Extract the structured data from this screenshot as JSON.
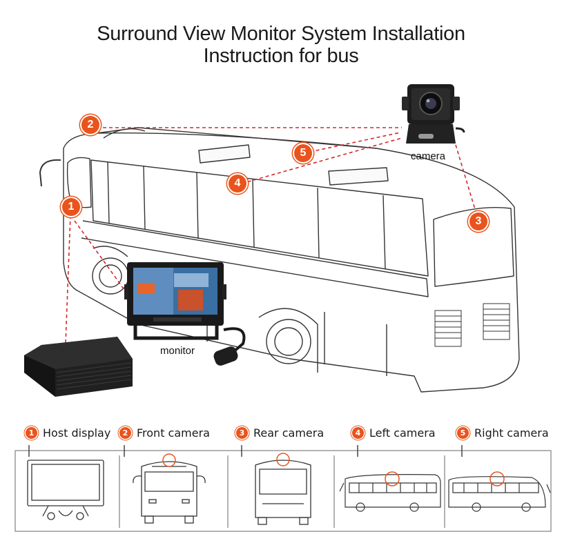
{
  "title": {
    "line1": "Surround View Monitor System Installation",
    "line2": "Instruction for bus"
  },
  "labels": {
    "camera": "camera",
    "monitor": "monitor"
  },
  "markers": [
    {
      "id": "1",
      "text": "1"
    },
    {
      "id": "2",
      "text": "2"
    },
    {
      "id": "3",
      "text": "3"
    },
    {
      "id": "4",
      "text": "4"
    },
    {
      "id": "5",
      "text": "5"
    }
  ],
  "legend": [
    {
      "num": "1",
      "label": "Host display"
    },
    {
      "num": "2",
      "label": "Front camera"
    },
    {
      "num": "3",
      "label": "Rear camera"
    },
    {
      "num": "4",
      "label": "Left camera"
    },
    {
      "num": "5",
      "label": "Right camera"
    }
  ],
  "colors": {
    "accent": "#e9541c",
    "dashed_line": "#d6262b",
    "outline": "#333333"
  },
  "icons": [
    "camera-icon",
    "monitor-icon",
    "host-box-icon",
    "bus-icon"
  ]
}
